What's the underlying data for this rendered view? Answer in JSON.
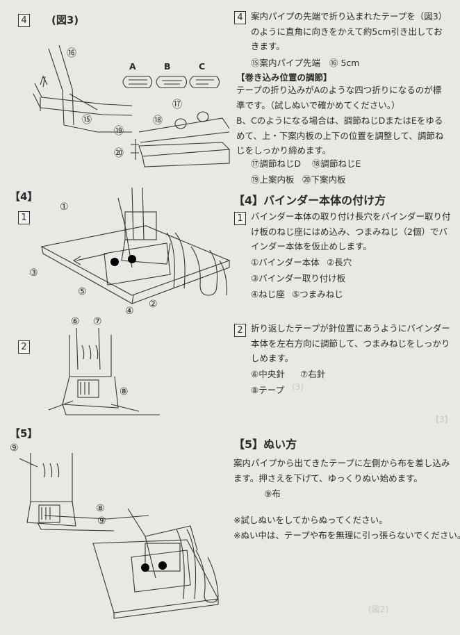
{
  "figures": {
    "fig3": {
      "step": "4",
      "title": "(図3)",
      "letters": [
        "A",
        "B",
        "C"
      ],
      "callouts": [
        "⑯",
        "⑮",
        "⑰",
        "⑱",
        "⑲",
        "⑳"
      ]
    },
    "fig4_1": {
      "section": "【4】",
      "step": "1",
      "callouts": [
        "①",
        "③",
        "⑤",
        "②",
        "④"
      ]
    },
    "fig4_2": {
      "step": "2",
      "callouts": [
        "⑥",
        "⑦",
        "⑧"
      ]
    },
    "fig5": {
      "section": "【5】",
      "callouts": [
        "⑨",
        "⑧",
        "⑨"
      ]
    }
  },
  "step4": {
    "num": "4",
    "text": "案内パイプの先端で折り込まれたテープを（図3）のように直角に向きをかえて約5cm引き出しておきます。",
    "parts_1": "⑮案内パイプ先端",
    "parts_2": "⑯ 5cm",
    "subheading": "【巻き込み位置の調節】",
    "para1": "テープの折り込みがAのような四つ折りになるのが標準です。（試しぬいで確かめてください。）",
    "para2": "B、Cのようになる場合は、調節ねじDまたはEをゆるめて、上・下案内板の上下の位置を調整して、調節ねじをしっかり締めます。",
    "parts_3": "⑰調節ねじD",
    "parts_4": "⑱調節ねじE",
    "parts_5": "⑲上案内板",
    "parts_6": "⑳下案内板"
  },
  "section4": {
    "heading": "【4】バインダー本体の付け方",
    "step1_num": "1",
    "step1_text": "バインダー本体の取り付け長穴をバインダー取り付け板のねじ座にはめ込み、つまみねじ（2個）でバインダー本体を仮止めします。",
    "p1": "①バインダー本体",
    "p2": "②長穴",
    "p3": "③バインダー取り付け板",
    "p4": "④ねじ座",
    "p5": "⑤つまみねじ",
    "step2_num": "2",
    "step2_text": "折り返したテープが針位置にあうようにバインダー本体を左右方向に調節して、つまみねじをしっかりしめます。",
    "p6": "⑥中央針",
    "p7": "⑦右針",
    "p8": "⑧テープ"
  },
  "section5": {
    "heading": "【5】ぬい方",
    "text": "案内パイプから出てきたテープに左側から布を差し込みます。押さえを下げて、ゆっくりぬい始めます。",
    "p9": "⑨布",
    "note1": "※試しぬいをしてからぬってください。",
    "note2": "※ぬい中は、テープや布を無理に引っ張らないでください。"
  }
}
